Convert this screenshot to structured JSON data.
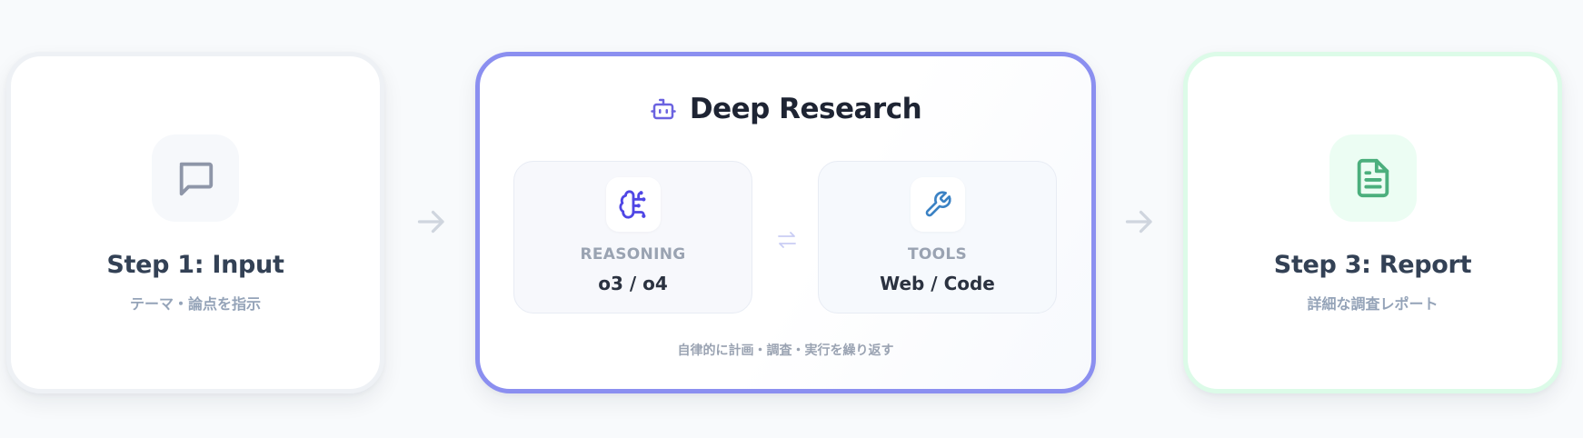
{
  "steps": {
    "input": {
      "title": "Step 1: Input",
      "subtitle": "テーマ・論点を指示",
      "icon": "message-square-icon",
      "border_color": "#eef1f5",
      "icon_color": "#8e96a8"
    },
    "research": {
      "title": "Deep Research",
      "icon": "bot-icon",
      "border_color": "#8b8ff0",
      "reasoning": {
        "label": "REASONING",
        "value": "o3 / o4",
        "icon": "brain-icon",
        "icon_color": "#4f46e5"
      },
      "tools": {
        "label": "TOOLS",
        "value": "Web / Code",
        "icon": "wrench-icon",
        "icon_color": "#3b82c4"
      },
      "connector": "swap-arrows-icon",
      "footer": "自律的に計画・調査・実行を繰り返す"
    },
    "report": {
      "title": "Step 3: Report",
      "subtitle": "詳細な調査レポート",
      "icon": "file-text-icon",
      "border_color": "#dcfbe8",
      "icon_color": "#4caf7d"
    }
  },
  "arrows": [
    "arrow-right-icon",
    "arrow-right-icon"
  ]
}
